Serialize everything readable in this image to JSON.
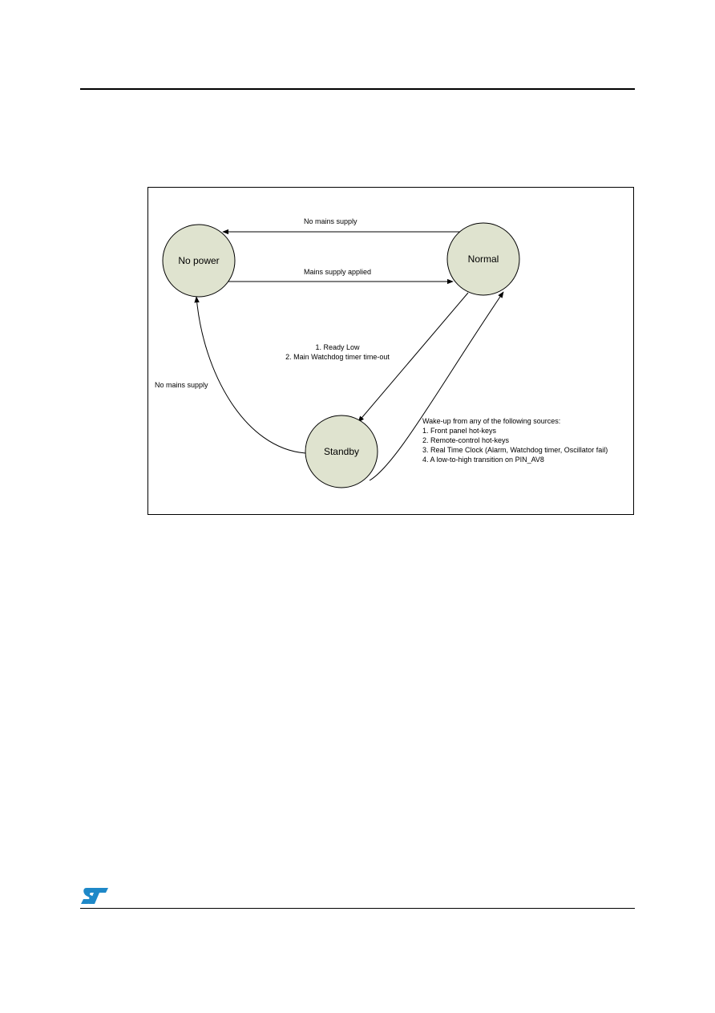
{
  "diagram": {
    "states": {
      "no_power": "No power",
      "normal": "Normal",
      "standby": "Standby"
    },
    "transitions": {
      "normal_to_no_power": "No mains supply",
      "no_power_to_normal": "Mains supply applied",
      "standby_to_no_power": "No mains supply",
      "normal_to_standby": [
        "1. Ready Low",
        "2. Main Watchdog timer time-out"
      ],
      "standby_to_normal": {
        "heading": "Wake-up from any of the following sources:",
        "items": [
          "1. Front panel hot-keys",
          "2. Remote-control hot-keys",
          "3. Real Time Clock (Alarm, Watchdog timer, Oscillator fail)",
          "4. A low-to-high transition on PIN_AV8"
        ]
      }
    },
    "colors": {
      "state_fill": "#dfe3cf",
      "stroke": "#000000"
    }
  },
  "footer": {
    "logo_icon": "st-logo-icon",
    "logo_color": "#1e88c8"
  }
}
